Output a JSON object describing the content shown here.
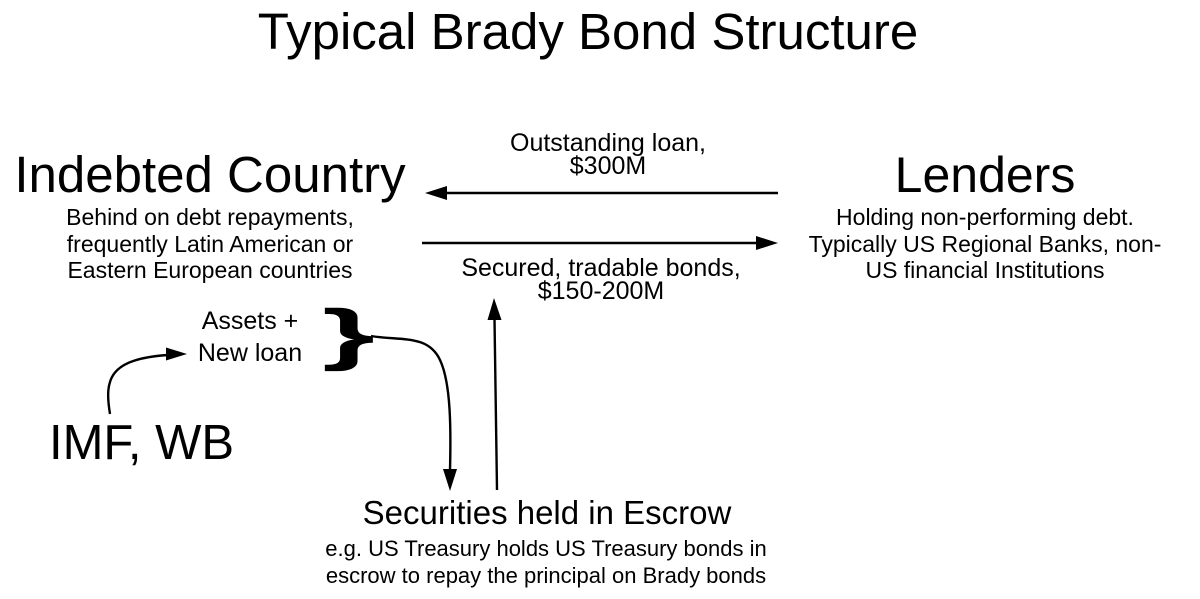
{
  "title": "Typical Brady Bond Structure",
  "colors": {
    "ink": "#000000",
    "background": "#ffffff"
  },
  "nodes": {
    "indebted_country": {
      "heading": "Indebted Country",
      "description": "Behind on debt repayments,\nfrequently Latin American or\nEastern European countries"
    },
    "lenders": {
      "heading": "Lenders",
      "description": "Holding non-performing debt.\nTypically US Regional Banks, non-\nUS financial Institutions"
    },
    "imf_wb": {
      "heading": "IMF, WB"
    },
    "escrow": {
      "heading": "Securities held in Escrow",
      "description": "e.g. US Treasury holds US Treasury bonds in\nescrow to repay the principal on Brady bonds"
    }
  },
  "flows": {
    "outstanding_loan": {
      "label": "Outstanding loan,\n$300M",
      "from": "Lenders",
      "to": "Indebted Country"
    },
    "brady_bonds": {
      "label": "Secured, tradable bonds,\n$150-200M",
      "from": "Indebted Country",
      "to": "Lenders"
    },
    "assets_new_loan": {
      "label": "Assets +\nNew loan",
      "brace": "}",
      "from": "IMF, WB"
    },
    "collateral": {
      "from": "Assets + New loan",
      "to": "Securities held in Escrow"
    },
    "escrow_backing": {
      "from": "Securities held in Escrow",
      "to": "Secured, tradable bonds"
    }
  }
}
